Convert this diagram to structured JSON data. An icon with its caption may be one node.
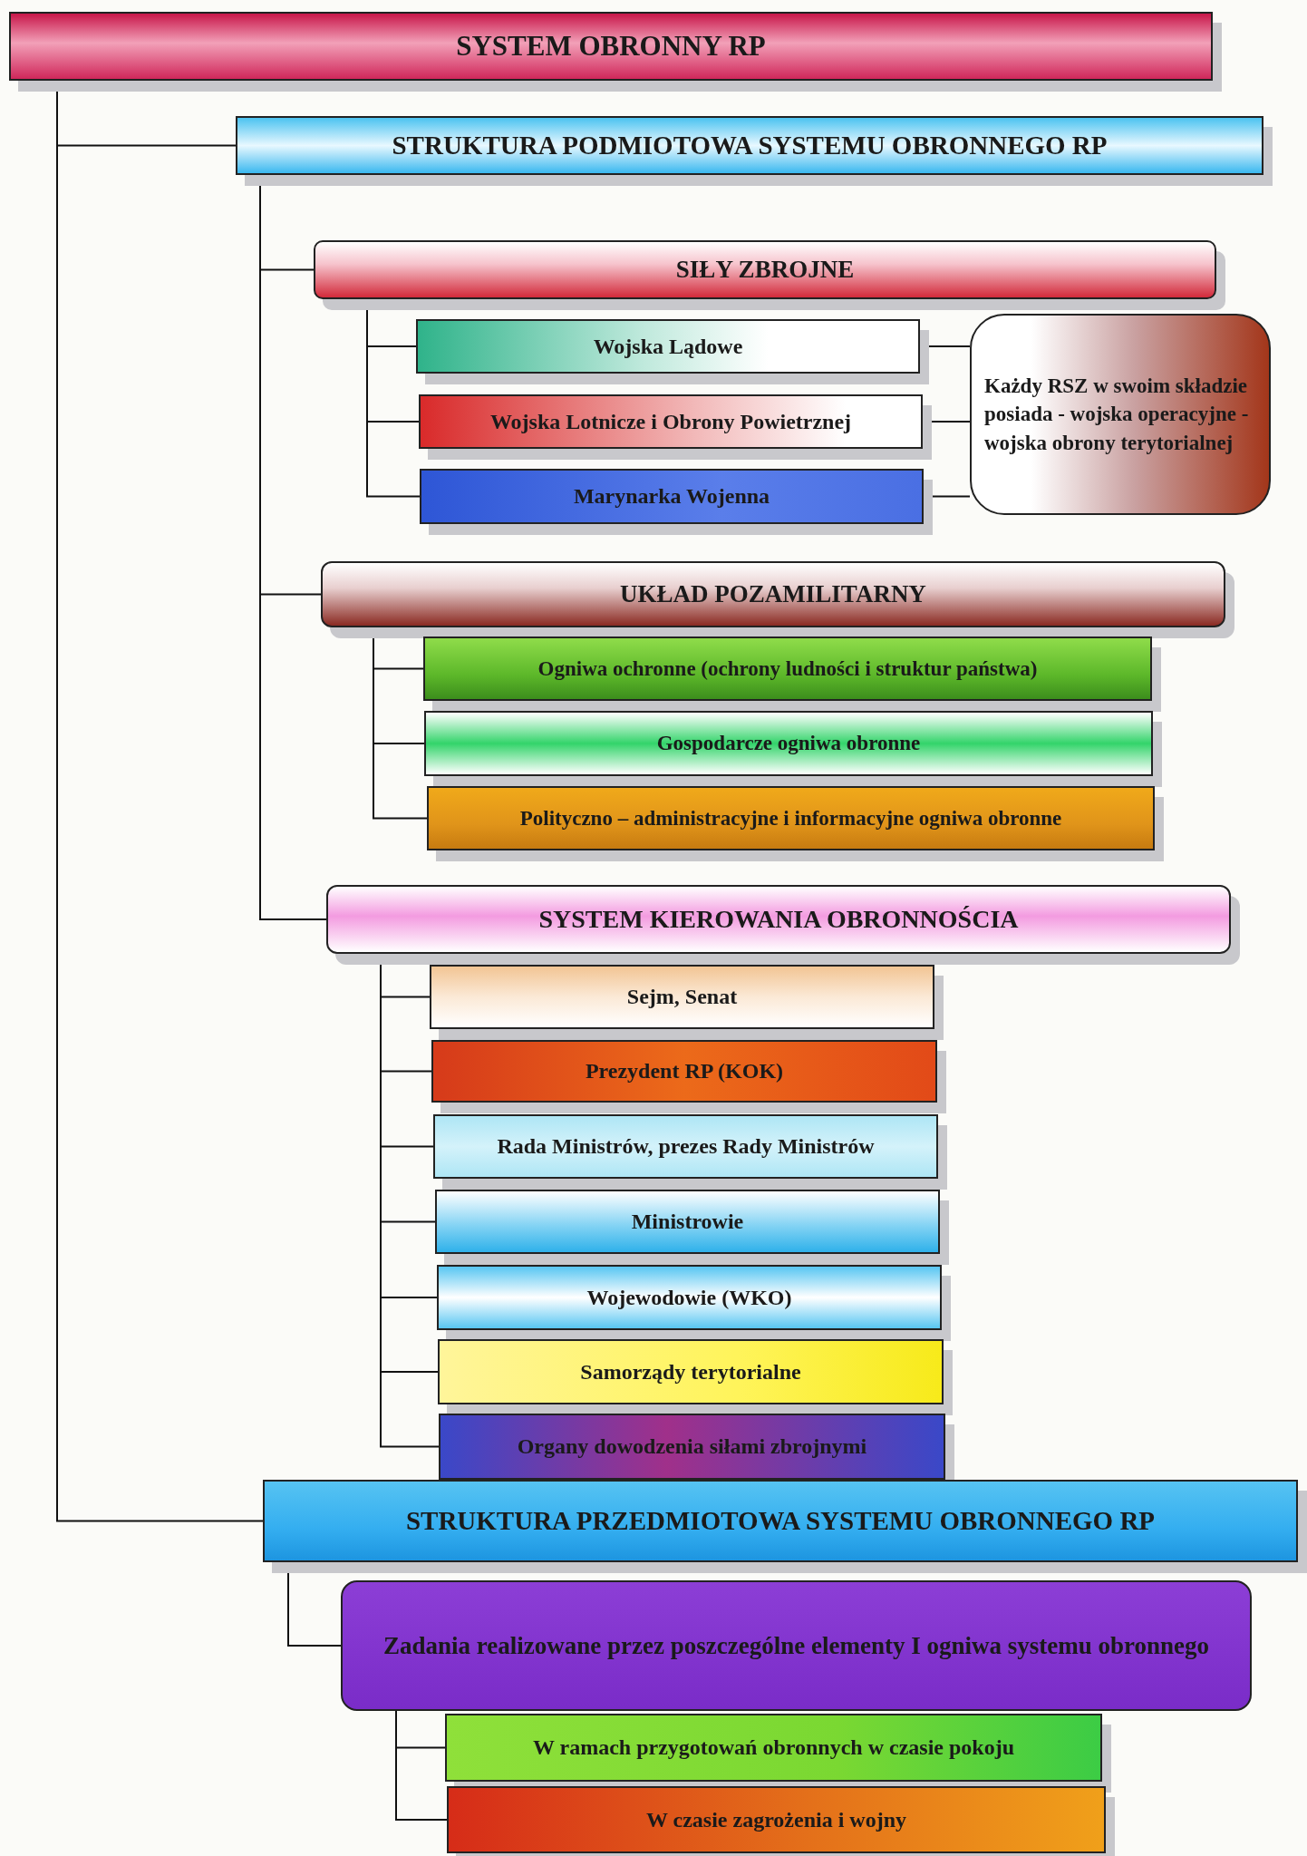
{
  "diagram": {
    "nodes": [
      {
        "text": [
          "SYSTEM OBRONNY RP"
        ]
      },
      {
        "text": [
          "STRUKTURA PODMIOTOWA SYSTEMU OBRONNEGO RP"
        ]
      },
      {
        "text": [
          "SIŁY ZBROJNE"
        ]
      },
      {
        "text": [
          "Wojska Lądowe"
        ]
      },
      {
        "text": [
          "Wojska Lotnicze i Obrony Powietrznej"
        ]
      },
      {
        "text": [
          "Marynarka Wojenna"
        ]
      },
      {
        "text": [
          "Każdy RSZ w swoim składzie posiada - wojska operacyjne - wojska obrony terytorialnej"
        ]
      },
      {
        "text": [
          "UKŁAD POZAMILITARNY"
        ]
      },
      {
        "text": [
          "Ogniwa ochronne (ochrony ludności i struktur państwa)"
        ]
      },
      {
        "text": [
          "Gospodarcze ogniwa obronne"
        ]
      },
      {
        "text": [
          "Polityczno – administracyjne i informacyjne ogniwa obronne"
        ]
      },
      {
        "text": [
          "SYSTEM KIEROWANIA OBRONNOŚCIA"
        ]
      },
      {
        "text": [
          "Sejm, Senat"
        ]
      },
      {
        "text": [
          "Prezydent RP (KOK)"
        ]
      },
      {
        "text": [
          "Rada Ministrów, prezes Rady Ministrów"
        ]
      },
      {
        "text": [
          "Ministrowie"
        ]
      },
      {
        "text": [
          "Wojewodowie (WKO)"
        ]
      },
      {
        "text": [
          "Samorządy terytorialne"
        ]
      },
      {
        "text": [
          "Organy dowodzenia siłami zbrojnymi"
        ]
      },
      {
        "text": [
          "STRUKTURA PRZEDMIOTOWA SYSTEMU OBRONNEGO RP"
        ]
      },
      {
        "text": [
          "Zadania realizowane przez poszczególne elementy I ogniwa systemu obronnego"
        ]
      },
      {
        "text": [
          "W ramach przygotowań obronnych w czasie pokoju"
        ]
      },
      {
        "text": [
          "W czasie zagrożenia i wojny"
        ]
      }
    ],
    "edges": [
      {
        "from": 0,
        "to": 1,
        "arrow": "none"
      },
      {
        "from": 0,
        "to": 19,
        "arrow": "none"
      },
      {
        "from": 1,
        "to": 2,
        "arrow": "none"
      },
      {
        "from": 1,
        "to": 7,
        "arrow": "none"
      },
      {
        "from": 1,
        "to": 11,
        "arrow": "none"
      },
      {
        "from": 2,
        "to": 3,
        "arrow": "none"
      },
      {
        "from": 2,
        "to": 4,
        "arrow": "none"
      },
      {
        "from": 2,
        "to": 5,
        "arrow": "none"
      },
      {
        "from": 3,
        "to": 6,
        "arrow": "none"
      },
      {
        "from": 4,
        "to": 6,
        "arrow": "none"
      },
      {
        "from": 5,
        "to": 6,
        "arrow": "none"
      },
      {
        "from": 7,
        "to": 8,
        "arrow": "none"
      },
      {
        "from": 7,
        "to": 9,
        "arrow": "none"
      },
      {
        "from": 7,
        "to": 10,
        "arrow": "none"
      },
      {
        "from": 11,
        "to": 12,
        "arrow": "none"
      },
      {
        "from": 11,
        "to": 13,
        "arrow": "none"
      },
      {
        "from": 11,
        "to": 14,
        "arrow": "none"
      },
      {
        "from": 11,
        "to": 15,
        "arrow": "none"
      },
      {
        "from": 11,
        "to": 16,
        "arrow": "none"
      },
      {
        "from": 11,
        "to": 17,
        "arrow": "none"
      },
      {
        "from": 11,
        "to": 18,
        "arrow": "none"
      },
      {
        "from": 19,
        "to": 20,
        "arrow": "none"
      },
      {
        "from": 20,
        "to": 21,
        "arrow": "none"
      },
      {
        "from": 20,
        "to": 22,
        "arrow": "none"
      }
    ]
  }
}
